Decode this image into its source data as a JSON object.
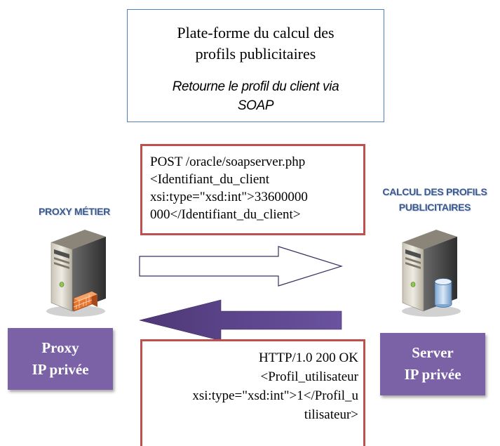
{
  "platform": {
    "title_line1": "Plate-forme du calcul des",
    "title_line2": "profils publicitaires",
    "subtitle_line1": "Retourne le profil du client via",
    "subtitle_line2": "SOAP"
  },
  "request": {
    "lines": [
      "POST /oracle/soapserver.php",
      "<Identifiant_du_client",
      "xsi:type=\"xsd:int\">33600000",
      "000</Identifiant_du_client>"
    ]
  },
  "response": {
    "lines": [
      "HTTP/1.0 200 OK",
      "<Profil_utilisateur",
      "xsi:type=\"xsd:int\">1</Profil_u",
      "tilisateur>"
    ]
  },
  "proxy": {
    "caption": "PROXY MÉTIER",
    "label_line1": "Proxy",
    "label_line2": "IP privée",
    "icon": "server-firewall-icon"
  },
  "server": {
    "caption_line1": "CALCUL DES PROFILS",
    "caption_line2": "PUBLICITAIRES",
    "label_line1": "Server",
    "label_line2": "IP privée",
    "icon": "server-database-icon"
  },
  "colors": {
    "platform_border": "#4f81bd",
    "message_border": "#c0504d",
    "label_fill": "#7b61a6",
    "return_arrow": "#5a4282"
  }
}
